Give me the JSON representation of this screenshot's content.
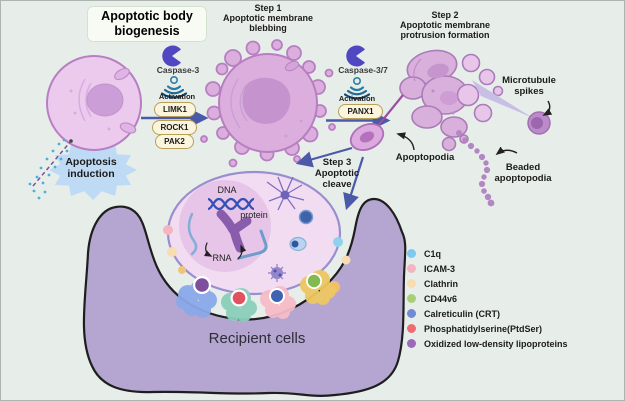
{
  "diagram": {
    "title": "Apoptotic body\nbiogenesis",
    "steps": {
      "step1": "Step 1\nApoptotic membrane\nblebbing",
      "step2": "Step 2\nApoptotic membrane\nprotrusion formation",
      "step3": "Step 3\nApoptotic\ncleave"
    },
    "labels": {
      "apoptosis_induction": "Apoptosis\ninduction",
      "caspase3": "Caspase-3",
      "caspase37": "Caspase-3/7",
      "activation": "Activation",
      "apoptopodia": "Apoptopodia",
      "microtubule_spikes": "Microtubule\nspikes",
      "beaded_apoptopodia": "Beaded\napoptopodia",
      "recipient_cells": "Recipient cells"
    },
    "pills": {
      "limk1": "LIMK1",
      "rock1": "ROCK1",
      "pak2": "PAK2",
      "panx1": "PANX1"
    },
    "organelles": {
      "dna": "DNA",
      "protein": "protein",
      "rna": "RNA"
    },
    "legend": {
      "items": [
        {
          "label": "C1q",
          "color": "#7ec9ef"
        },
        {
          "label": "ICAM-3",
          "color": "#f5b5c0"
        },
        {
          "label": "Clathrin",
          "color": "#f8ddb0"
        },
        {
          "label": "CD44v6",
          "color": "#a8cf78"
        },
        {
          "label": "Calreticulin  (CRT)",
          "color": "#6f8bd2"
        },
        {
          "label": "Phosphatidylserine(PtdSer)",
          "color": "#ef6b72"
        },
        {
          "label": "Oxidized low-density lipoproteins",
          "color": "#9d69ba"
        }
      ]
    },
    "colors": {
      "background": "#e7eee9",
      "arrow": "#4a5aa8",
      "cell_fill": "#dcaede",
      "cell_stroke": "#b77fc2",
      "recipient_fill": "#b4a5d1",
      "apoptotic_body_fill": "#f2dcf2",
      "caspase_icon": "#5147c2",
      "activation_icon": "#226a94",
      "induction_burst": "#bedaf5"
    }
  }
}
